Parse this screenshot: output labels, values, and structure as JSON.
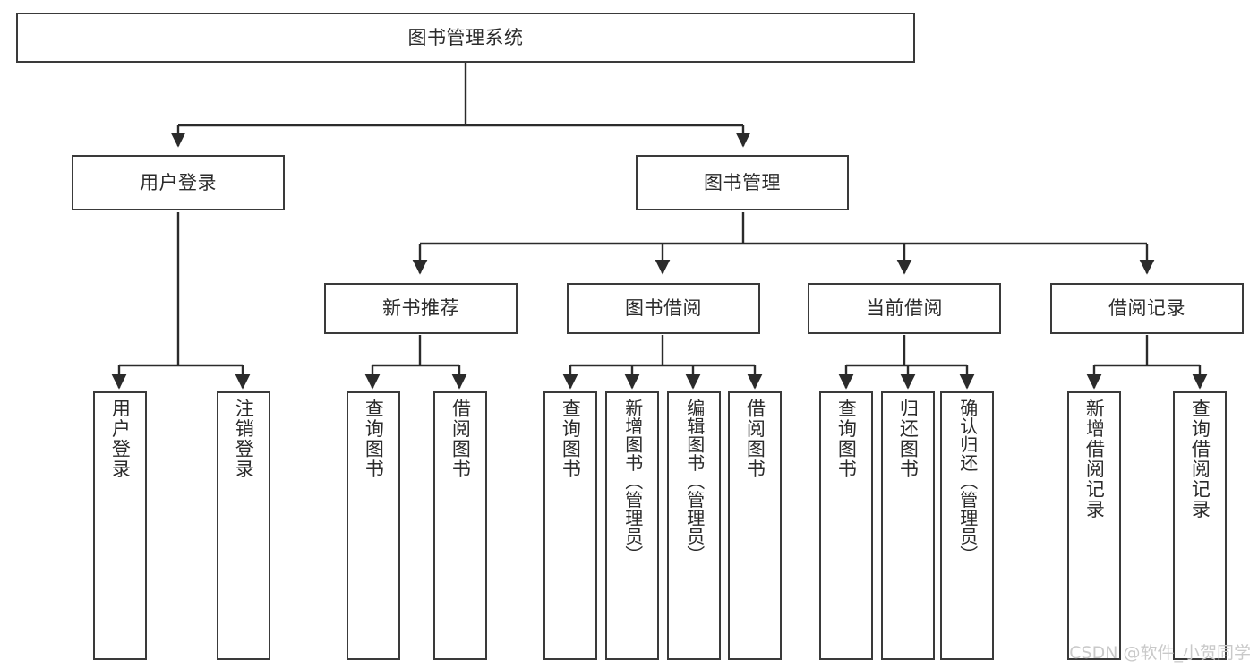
{
  "diagram": {
    "title": "图书管理系统",
    "type": "tree-hierarchy-chart",
    "colors": {
      "stroke": "#3a3a3a",
      "fill": "#ffffff",
      "text": "#2b2b2b",
      "watermark": "#c9c9c9"
    },
    "root": {
      "label": "图书管理系统"
    },
    "level1": [
      {
        "label": "用户登录"
      },
      {
        "label": "图书管理"
      }
    ],
    "level2": [
      {
        "label": "新书推荐"
      },
      {
        "label": "图书借阅"
      },
      {
        "label": "当前借阅"
      },
      {
        "label": "借阅记录"
      }
    ],
    "leaves": {
      "user_login": [
        {
          "label": "用户登录"
        },
        {
          "label": "注销登录"
        }
      ],
      "new_book_recommend": [
        {
          "label": "查询图书"
        },
        {
          "label": "借阅图书"
        }
      ],
      "book_borrow": [
        {
          "label": "查询图书"
        },
        {
          "label": "新增图书（管理员）"
        },
        {
          "label": "编辑图书（管理员）"
        },
        {
          "label": "借阅图书"
        }
      ],
      "current_borrow": [
        {
          "label": "查询图书"
        },
        {
          "label": "归还图书"
        },
        {
          "label": "确认归还（管理员）"
        }
      ],
      "borrow_record": [
        {
          "label": "新增借阅记录"
        },
        {
          "label": "查询借阅记录"
        }
      ]
    }
  },
  "watermark": {
    "text": "CSDN @软件_小贺同学"
  }
}
